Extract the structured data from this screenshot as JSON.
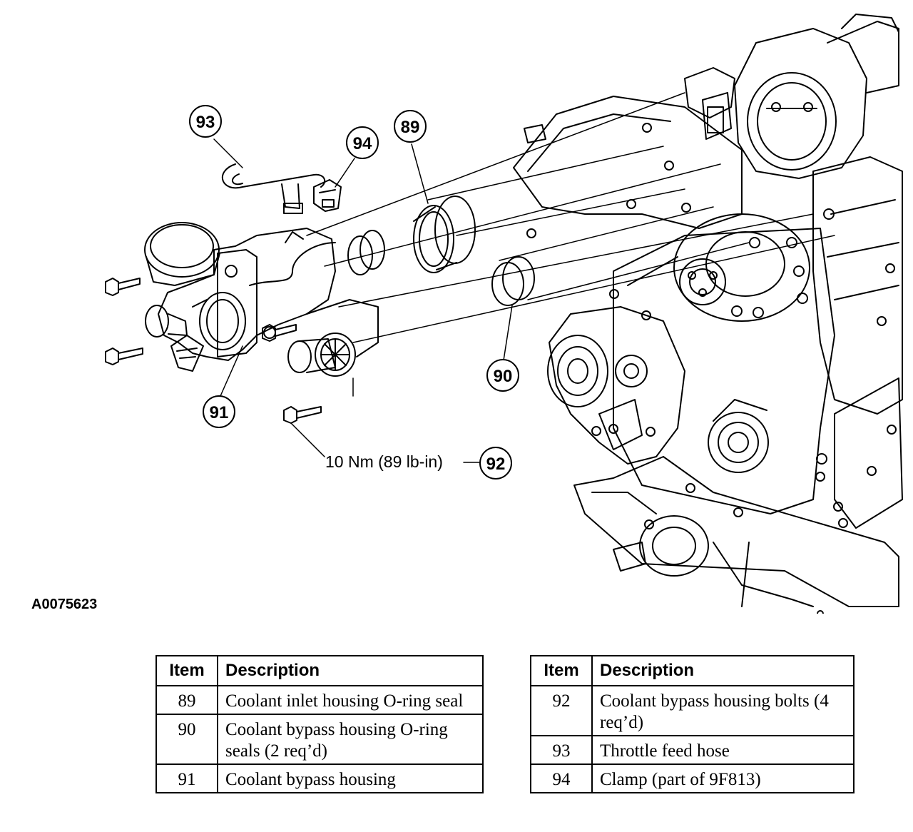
{
  "diagram": {
    "callouts": [
      "93",
      "94",
      "89",
      "91",
      "90",
      "92"
    ],
    "torque_label": "10 Nm (89 lb-in)"
  },
  "figure_id": "A0075623",
  "legend": {
    "header_item": "Item",
    "header_description": "Description",
    "left_rows": [
      {
        "item": "89",
        "description": "Coolant inlet housing O-ring seal"
      },
      {
        "item": "90",
        "description": "Coolant bypass housing O-ring seals (2 req’d)"
      },
      {
        "item": "91",
        "description": "Coolant bypass housing"
      }
    ],
    "right_rows": [
      {
        "item": "92",
        "description": "Coolant bypass housing bolts (4 req’d)"
      },
      {
        "item": "93",
        "description": "Throttle feed hose"
      },
      {
        "item": "94",
        "description": "Clamp (part of 9F813)"
      }
    ]
  }
}
